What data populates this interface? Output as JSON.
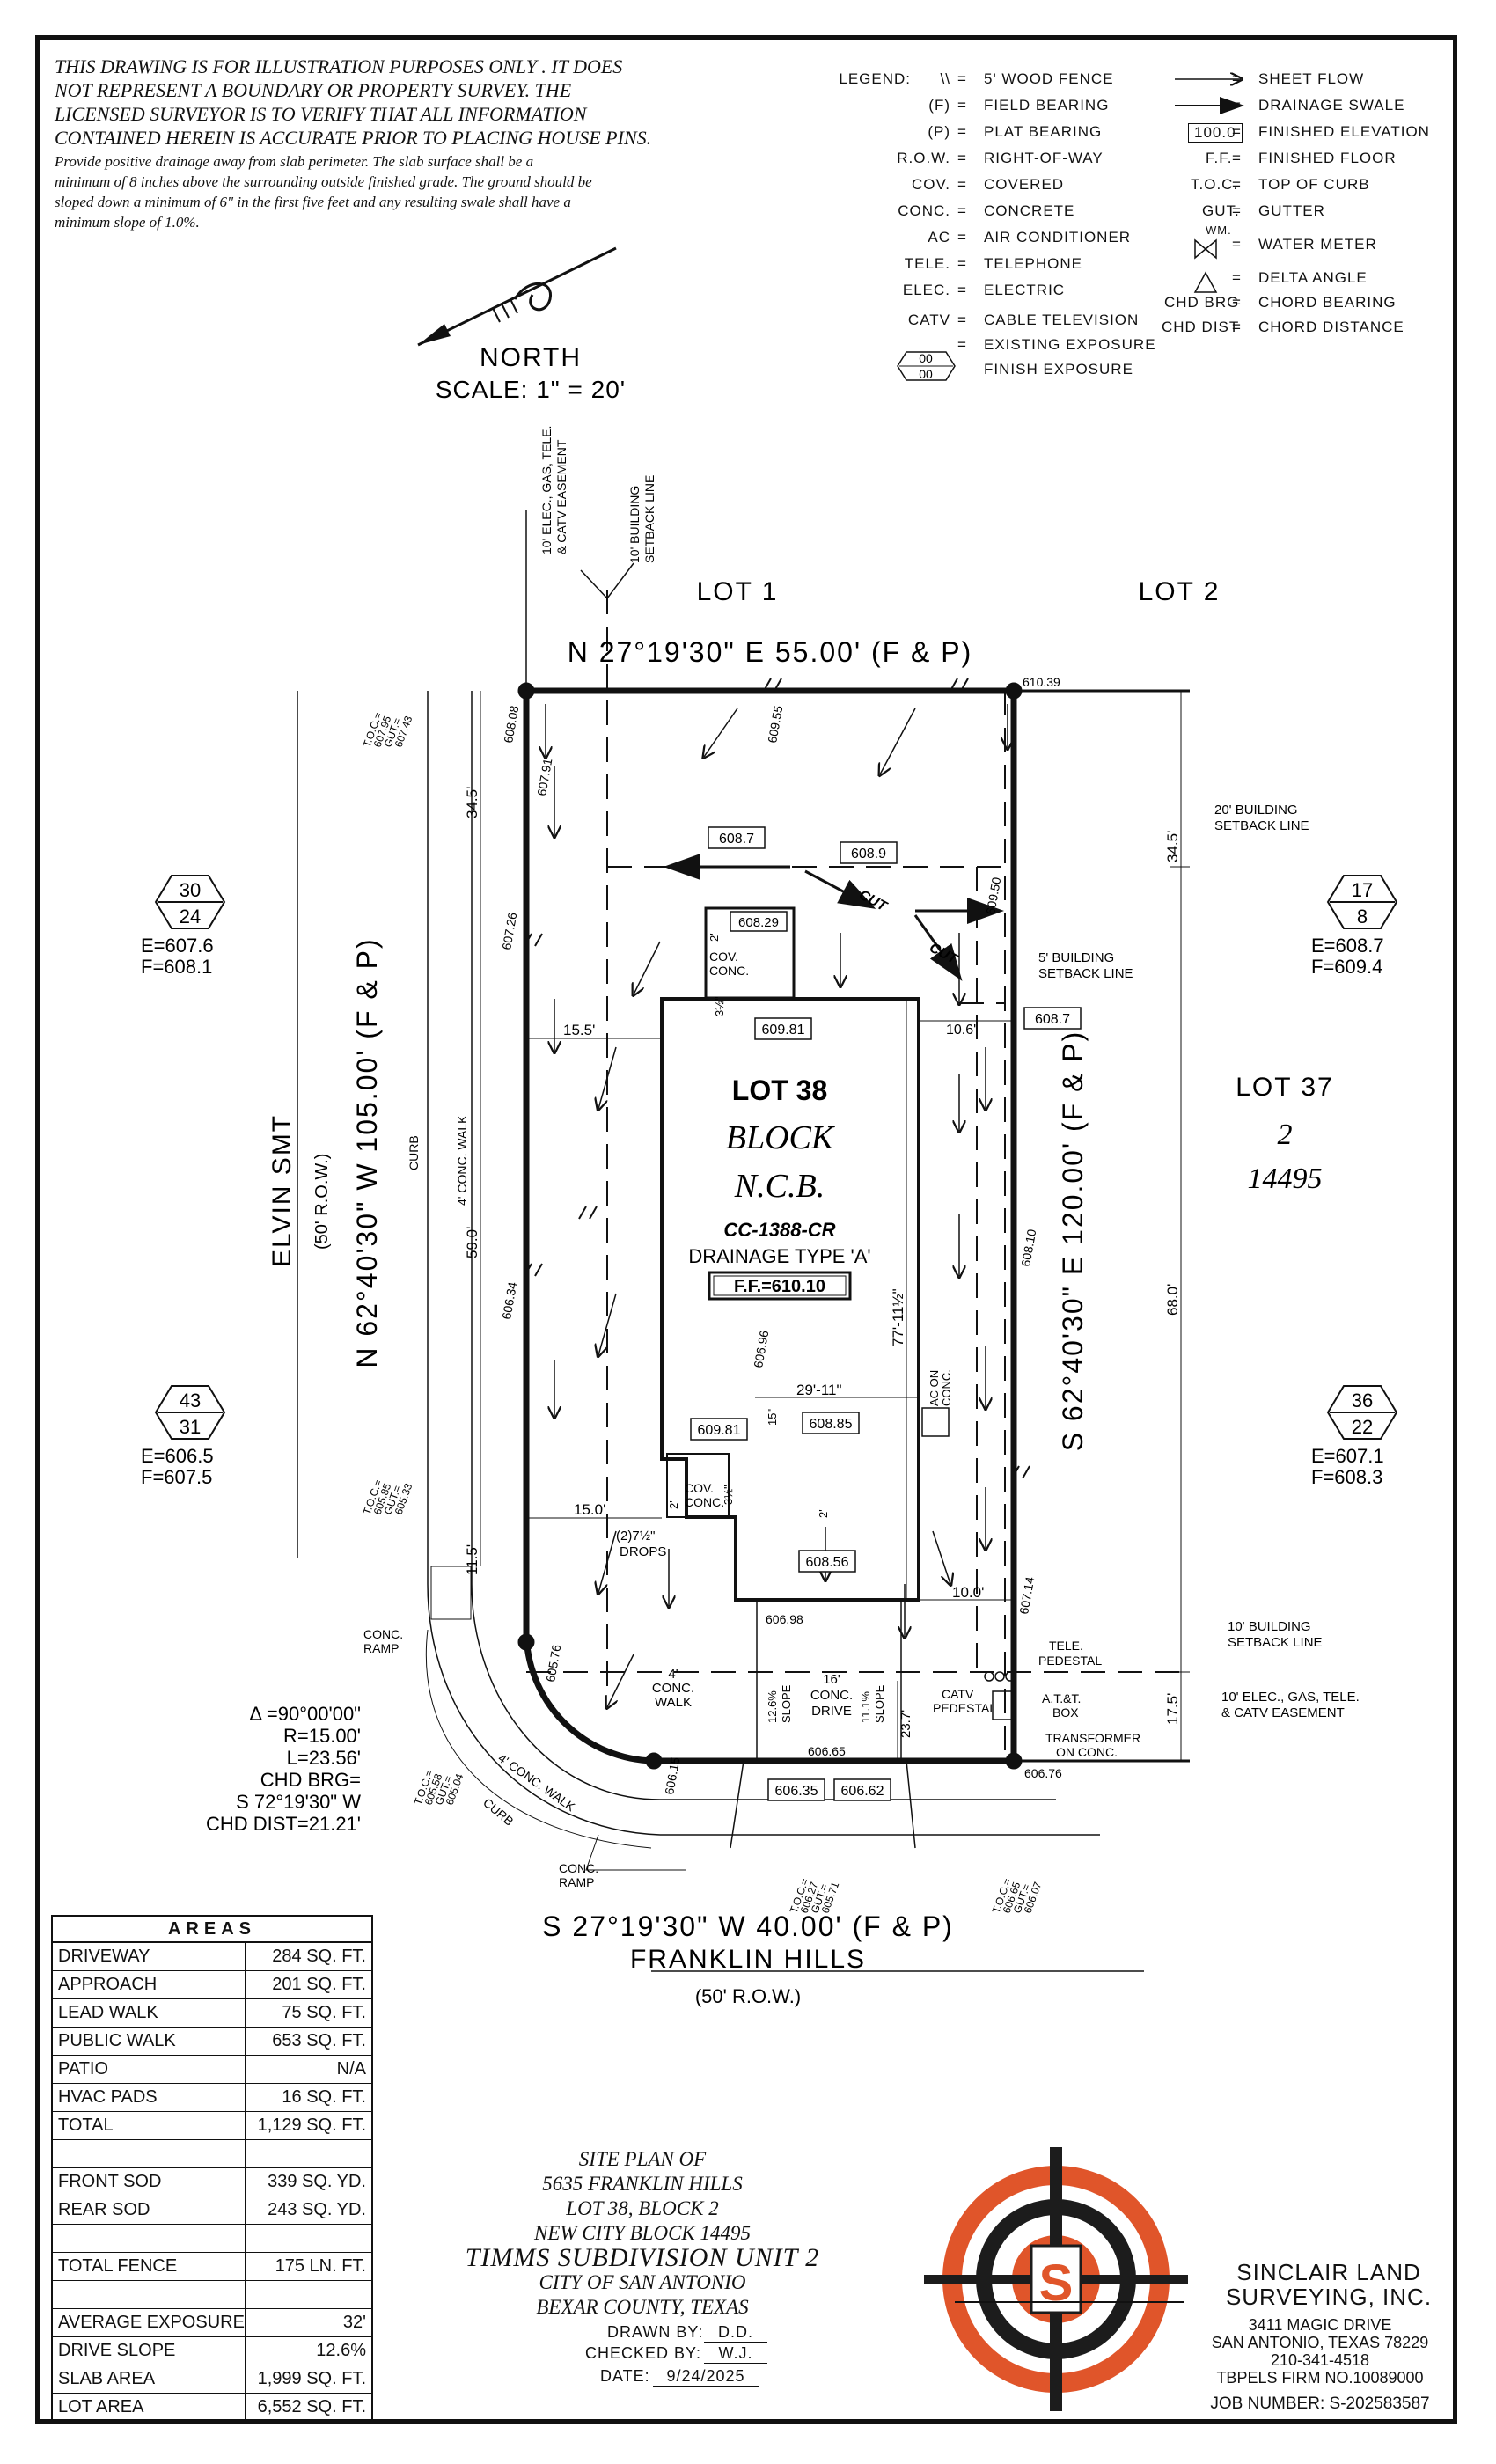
{
  "disclaimer": {
    "lines": [
      "THIS DRAWING IS FOR ILLUSTRATION PURPOSES ONLY . IT DOES",
      "NOT REPRESENT A BOUNDARY OR PROPERTY SURVEY. THE",
      "LICENSED SURVEYOR IS TO VERIFY THAT ALL INFORMATION",
      "CONTAINED HEREIN IS ACCURATE PRIOR TO PLACING HOUSE PINS."
    ],
    "note_lines": [
      "Provide positive drainage away from slab perimeter. The slab surface shall be a",
      "minimum of 8 inches above the surrounding outside finished grade. The ground should be",
      "sloped down a minimum of 6\" in the first five feet and any resulting swale shall have a",
      "minimum slope of 1.0%."
    ]
  },
  "north": {
    "label": "NORTH",
    "scale": "SCALE:  1\"  =  20'"
  },
  "legend": {
    "title": "LEGEND:",
    "left": [
      {
        "k": "\\\\",
        "v": "5' WOOD FENCE"
      },
      {
        "k": "(F)",
        "v": "FIELD BEARING"
      },
      {
        "k": "(P)",
        "v": "PLAT BEARING"
      },
      {
        "k": "R.O.W.",
        "v": "RIGHT-OF-WAY"
      },
      {
        "k": "COV.",
        "v": "COVERED"
      },
      {
        "k": "CONC.",
        "v": "CONCRETE"
      },
      {
        "k": "AC",
        "v": "AIR CONDITIONER"
      },
      {
        "k": "TELE.",
        "v": "TELEPHONE"
      },
      {
        "k": "ELEC.",
        "v": "ELECTRIC"
      },
      {
        "k": "CATV",
        "v": "CABLE TELEVISION"
      }
    ],
    "exposure_values": [
      "00",
      "00"
    ],
    "exposure_text": [
      "EXISTING EXPOSURE",
      "FINISH EXPOSURE"
    ],
    "right": [
      {
        "k": "",
        "v": "SHEET FLOW"
      },
      {
        "k": "",
        "v": "DRAINAGE SWALE"
      },
      {
        "k": "100.0",
        "v": "FINISHED ELEVATION"
      },
      {
        "k": "F.F.",
        "v": "FINISHED FLOOR"
      },
      {
        "k": "T.O.C.",
        "v": "TOP OF CURB"
      },
      {
        "k": "GUT.",
        "v": "GUTTER"
      },
      {
        "k": "WM.",
        "v": "WATER METER"
      },
      {
        "k": "",
        "v": "DELTA ANGLE"
      },
      {
        "k": "CHD BRG",
        "v": "CHORD BEARING"
      },
      {
        "k": "CHD DIST",
        "v": "CHORD DISTANCE"
      }
    ]
  },
  "plat": {
    "top_bearing": "N 27°19'30\" E 55.00' (F & P)",
    "bottom_bearing": "S 27°19'30\" W 40.00' (F & P)",
    "left_bearing": "N 62°40'30\" W 105.00' (F & P)",
    "right_bearing": "S 62°40'30\" E 120.00' (F & P)",
    "lot1": "LOT 1",
    "lot2": "LOT 2",
    "lot37": [
      "LOT 37",
      "2",
      "14495"
    ],
    "lot38": [
      "LOT 38",
      "BLOCK",
      "N.C.B.",
      "CC-1388-CR",
      "DRAINAGE TYPE 'A'",
      "F.F.=610.10"
    ],
    "street_left": "ELVIN SMT",
    "street_left_row": "(50' R.O.W.)",
    "street_bottom": "FRANKLIN HILLS",
    "street_bottom_row": "(50' R.O.W.)",
    "easement_top": [
      "10' ELEC., GAS, TELE.",
      "& CATV EASEMENT"
    ],
    "setback_top": [
      "10' BUILDING",
      "SETBACK LINE"
    ],
    "setback20": [
      "20' BUILDING",
      "SETBACK LINE"
    ],
    "setback5": [
      "5' BUILDING",
      "SETBACK LINE"
    ],
    "setback10_br": [
      "10' BUILDING",
      "SETBACK LINE"
    ],
    "easement_br": [
      "10' ELEC., GAS, TELE.",
      "& CATV EASEMENT"
    ],
    "curve": [
      "Δ =90°00'00\"",
      "R=15.00'",
      "L=23.56'",
      "CHD BRG=",
      "S 72°19'30\" W",
      "CHD DIST=21.21'"
    ],
    "exposures": [
      {
        "a": "30",
        "b": "24",
        "e": "E=607.6",
        "f": "F=608.1"
      },
      {
        "a": "17",
        "b": "8",
        "e": "E=608.7",
        "f": "F=609.4"
      },
      {
        "a": "43",
        "b": "31",
        "e": "E=606.5",
        "f": "F=607.5"
      },
      {
        "a": "36",
        "b": "22",
        "e": "E=607.1",
        "f": "F=608.3"
      }
    ],
    "boxed_elev": [
      "608.7",
      "608.9",
      "608.29",
      "609.81",
      "608.7",
      "609.81",
      "608.85",
      "608.56",
      "606.35",
      "606.62"
    ],
    "spot_elev": [
      "608.08",
      "610.39",
      "609.55",
      "607.91",
      "609.50",
      "607.26",
      "606.34",
      "606.96",
      "608.10",
      "605.76",
      "606.98",
      "606.15",
      "606.65",
      "606.76",
      "607.14"
    ],
    "dims": [
      "34.5'",
      "15.5'",
      "59.0'",
      "15.0'",
      "11.5'",
      "10.6'",
      "68.0'",
      "34.5'",
      "77'-11½\"",
      "29'-11\"",
      "10.0'",
      "17.5'",
      "23.7'",
      "2'",
      "3½\"",
      "15\"",
      "2'",
      "2'",
      "3½\""
    ],
    "labels": {
      "cov_conc": [
        "COV.",
        "CONC."
      ],
      "ac": [
        "AC ON",
        "CONC."
      ],
      "drops": [
        "(2)7½\"",
        "DROPS"
      ],
      "conc_walk": [
        "4'",
        "CONC.",
        "WALK"
      ],
      "drive": [
        "16'",
        "CONC.",
        "DRIVE"
      ],
      "slope1": [
        "12.6%",
        "SLOPE"
      ],
      "slope2": [
        "11.1%",
        "SLOPE"
      ],
      "catv": [
        "CATV",
        "PEDESTAL"
      ],
      "tele": [
        "TELE.",
        "PEDESTAL"
      ],
      "att": [
        "A.T.&T.",
        "BOX"
      ],
      "transformer": [
        "TRANSFORMER",
        "ON CONC."
      ],
      "conc_ramp": [
        "CONC.",
        "RAMP"
      ],
      "walk_vertical": "4' CONC. WALK",
      "curb": "CURB",
      "walk_curve": "4' CONC. WALK",
      "cut": "CUT",
      "toc_tl": [
        "T.O.C.=",
        "607.95",
        "GUT.=",
        "607.43"
      ],
      "toc_ml": [
        "T.O.C.=",
        "605.85",
        "GUT.=",
        "605.33"
      ],
      "toc_bl": [
        "T.O.C.=",
        "605.58",
        "GUT.=",
        "605.04"
      ],
      "toc_bc": [
        "T.O.C.=",
        "606.27",
        "GUT.=",
        "605.71"
      ],
      "toc_br": [
        "T.O.C.=",
        "606.65",
        "GUT.=",
        "606.07"
      ]
    }
  },
  "areas": {
    "title": "AREAS",
    "rows": [
      {
        "n": "DRIVEWAY",
        "v": "284 SQ. FT."
      },
      {
        "n": "APPROACH",
        "v": "201 SQ. FT."
      },
      {
        "n": "LEAD WALK",
        "v": "75 SQ. FT."
      },
      {
        "n": "PUBLIC WALK",
        "v": "653 SQ. FT."
      },
      {
        "n": "PATIO",
        "v": "N/A"
      },
      {
        "n": "HVAC PADS",
        "v": "16 SQ. FT."
      },
      {
        "n": "TOTAL",
        "v": "1,129 SQ. FT."
      },
      {
        "n": "",
        "v": ""
      },
      {
        "n": "FRONT SOD",
        "v": "339 SQ. YD."
      },
      {
        "n": "REAR SOD",
        "v": "243 SQ. YD."
      },
      {
        "n": "",
        "v": ""
      },
      {
        "n": "TOTAL FENCE",
        "v": "175 LN. FT."
      },
      {
        "n": "",
        "v": ""
      },
      {
        "n": "AVERAGE EXPOSURE",
        "v": "32'"
      },
      {
        "n": "DRIVE SLOPE",
        "v": "12.6%"
      },
      {
        "n": "SLAB AREA",
        "v": "1,999 SQ. FT."
      },
      {
        "n": "LOT AREA",
        "v": "6,552 SQ. FT."
      }
    ]
  },
  "title_block": {
    "lines": [
      "SITE PLAN OF",
      "5635 FRANKLIN HILLS",
      "LOT 38, BLOCK 2",
      "NEW CITY BLOCK 14495"
    ],
    "subdivision": "TIMMS SUBDIVISION UNIT 2",
    "lines2": [
      "CITY OF SAN ANTONIO",
      "BEXAR COUNTY, TEXAS"
    ],
    "drawn_by_label": "DRAWN BY:",
    "drawn_by": "D.D.",
    "checked_by_label": "CHECKED BY:",
    "checked_by": "W.J.",
    "date_label": "DATE:",
    "date": "9/24/2025"
  },
  "company": {
    "name": [
      "SINCLAIR LAND",
      "SURVEYING, INC."
    ],
    "address": [
      "3411 MAGIC DRIVE",
      "SAN ANTONIO, TEXAS 78229",
      "210-341-4518",
      "TBPELS FIRM NO.10089000"
    ],
    "job_label": "JOB NUMBER:",
    "job": "S-202583587",
    "logo_letter": "S",
    "colors": {
      "logo_orange": "#e0552a",
      "logo_dark": "#1c1c1c"
    }
  }
}
